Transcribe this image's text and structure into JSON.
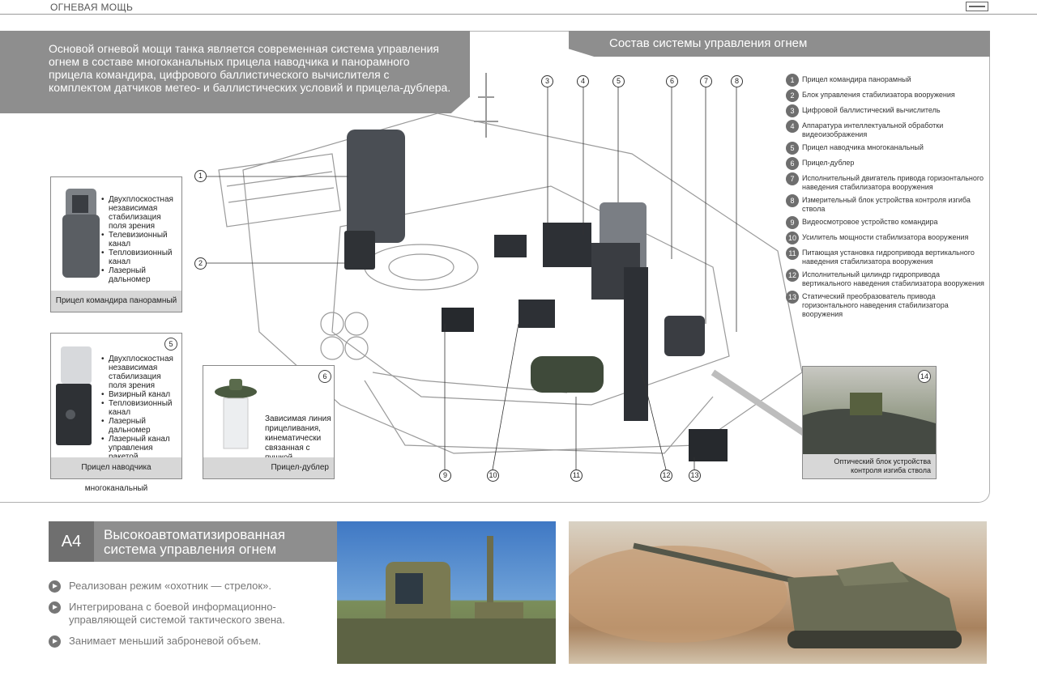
{
  "header": {
    "title": "ОГНЕВАЯ МОЩЬ"
  },
  "intro": {
    "text": "Основой огневой мощи танка является современная система управления огнем в составе многоканальных прицела наводчика и панорамного прицела командира, цифрового баллистического вычислителя с комплектом датчиков метео- и баллистических условий и прицела-дублера."
  },
  "section": {
    "title": "Состав системы управления огнем"
  },
  "components": [
    {
      "num": "1",
      "label": "Прицел командира панорамный"
    },
    {
      "num": "2",
      "label": "Блок управления стабилизатора вооружения"
    },
    {
      "num": "3",
      "label": "Цифровой баллистический вычислитель"
    },
    {
      "num": "4",
      "label": "Аппаратура интеллектуальной обработки видеоизображения"
    },
    {
      "num": "5",
      "label": "Прицел наводчика многоканальный"
    },
    {
      "num": "6",
      "label": "Прицел-дублер"
    },
    {
      "num": "7",
      "label": "Исполнительный двигатель привода горизонтального наведения стабилизатора вооружения"
    },
    {
      "num": "8",
      "label": "Измерительный блок устройства контроля изгиба ствола"
    },
    {
      "num": "9",
      "label": "Видеосмотровое устройство командира"
    },
    {
      "num": "10",
      "label": "Усилитель мощности стабилизатора вооружения"
    },
    {
      "num": "11",
      "label": "Питающая установка гидропривода вертикального наведения стабилизатора вооружения"
    },
    {
      "num": "12",
      "label": "Исполнительный цилиндр гидропривода вертикального наведения стабилизатора вооружения"
    },
    {
      "num": "13",
      "label": "Статический преобразователь привода горизонтального наведения стабилизатора вооружения"
    }
  ],
  "callouts": {
    "c1": "1",
    "c2": "2",
    "c3": "3",
    "c4": "4",
    "c5": "5",
    "c6": "6",
    "c7": "7",
    "c8": "8",
    "c9": "9",
    "c10": "10",
    "c11": "11",
    "c12": "12",
    "c13": "13"
  },
  "panels": {
    "commander": {
      "caption": "Прицел командира панорамный",
      "features": [
        "Двухплоскостная независимая стабилизация поля зрения",
        "Телевизионный канал",
        "Тепловизионный канал",
        "Лазерный дальномер"
      ]
    },
    "gunner": {
      "num": "5",
      "caption": "Прицел наводчика многоканальный",
      "features": [
        "Двухплоскостная независимая стабилизация поля зрения",
        "Визирный канал",
        "Тепловизионный канал",
        "Лазерный дальномер",
        "Лазерный канал управления ракетой"
      ]
    },
    "backup": {
      "num": "6",
      "caption": "Прицел-дублер",
      "text": "Зависимая линия прицеливания, кинематически связанная с пушкой"
    },
    "optic": {
      "num": "14",
      "caption": "Оптический блок устройства контроля изгиба ствола"
    }
  },
  "a4": {
    "code": "А4",
    "title": "Высокоавтоматизированная система управления огнем",
    "bullets": [
      "Реализован режим «охотник — стрелок».",
      "Интегрирована с боевой информационно-управляющей системой тактического звена.",
      "Занимает меньший заброневой объем."
    ]
  }
}
